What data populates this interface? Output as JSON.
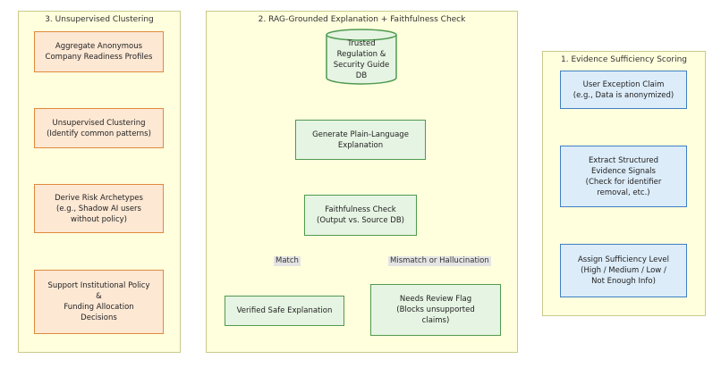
{
  "clusters": {
    "unsupervised": {
      "title": "3. Unsupervised Clustering",
      "nodes": [
        {
          "lines": [
            "Aggregate Anonymous",
            "Company Readiness Profiles"
          ]
        },
        {
          "lines": [
            "Unsupervised Clustering",
            "(Identify common patterns)"
          ]
        },
        {
          "lines": [
            "Derive Risk Archetypes",
            "(e.g., Shadow AI users",
            "without policy)"
          ]
        },
        {
          "lines": [
            "Support Institutional Policy",
            "&",
            "Funding Allocation",
            "Decisions"
          ]
        }
      ]
    },
    "rag": {
      "title": "2. RAG-Grounded Explanation + Faithfulness Check",
      "database": {
        "lines": [
          "Trusted Regulation &",
          "Security Guide DB"
        ]
      },
      "nodes": [
        {
          "lines": [
            "Generate Plain-Language",
            "Explanation"
          ]
        },
        {
          "lines": [
            "Faithfulness Check",
            "(Output vs. Source DB)"
          ]
        },
        {
          "lines": [
            "Verified Safe Explanation"
          ]
        },
        {
          "lines": [
            "Needs Review Flag",
            "(Blocks unsupported",
            "claims)"
          ]
        }
      ],
      "edge_labels": {
        "match": "Match",
        "mismatch": "Mismatch or Hallucination"
      }
    },
    "evidence": {
      "title": "1. Evidence Sufficiency Scoring",
      "nodes": [
        {
          "lines": [
            "User Exception Claim",
            "(e.g., Data is anonymized)"
          ]
        },
        {
          "lines": [
            "Extract Structured",
            "Evidence Signals",
            "(Check for identifier",
            "removal, etc.)"
          ]
        },
        {
          "lines": [
            "Assign Sufficiency Level",
            "(High / Medium / Low /",
            "Not Enough Info)"
          ]
        }
      ]
    }
  },
  "colors": {
    "cluster_fill": "#ffffde",
    "orange_border": "#e08a3c",
    "green_border": "#4f9a4f",
    "blue_border": "#3f7fc2",
    "edge": "#333333"
  }
}
